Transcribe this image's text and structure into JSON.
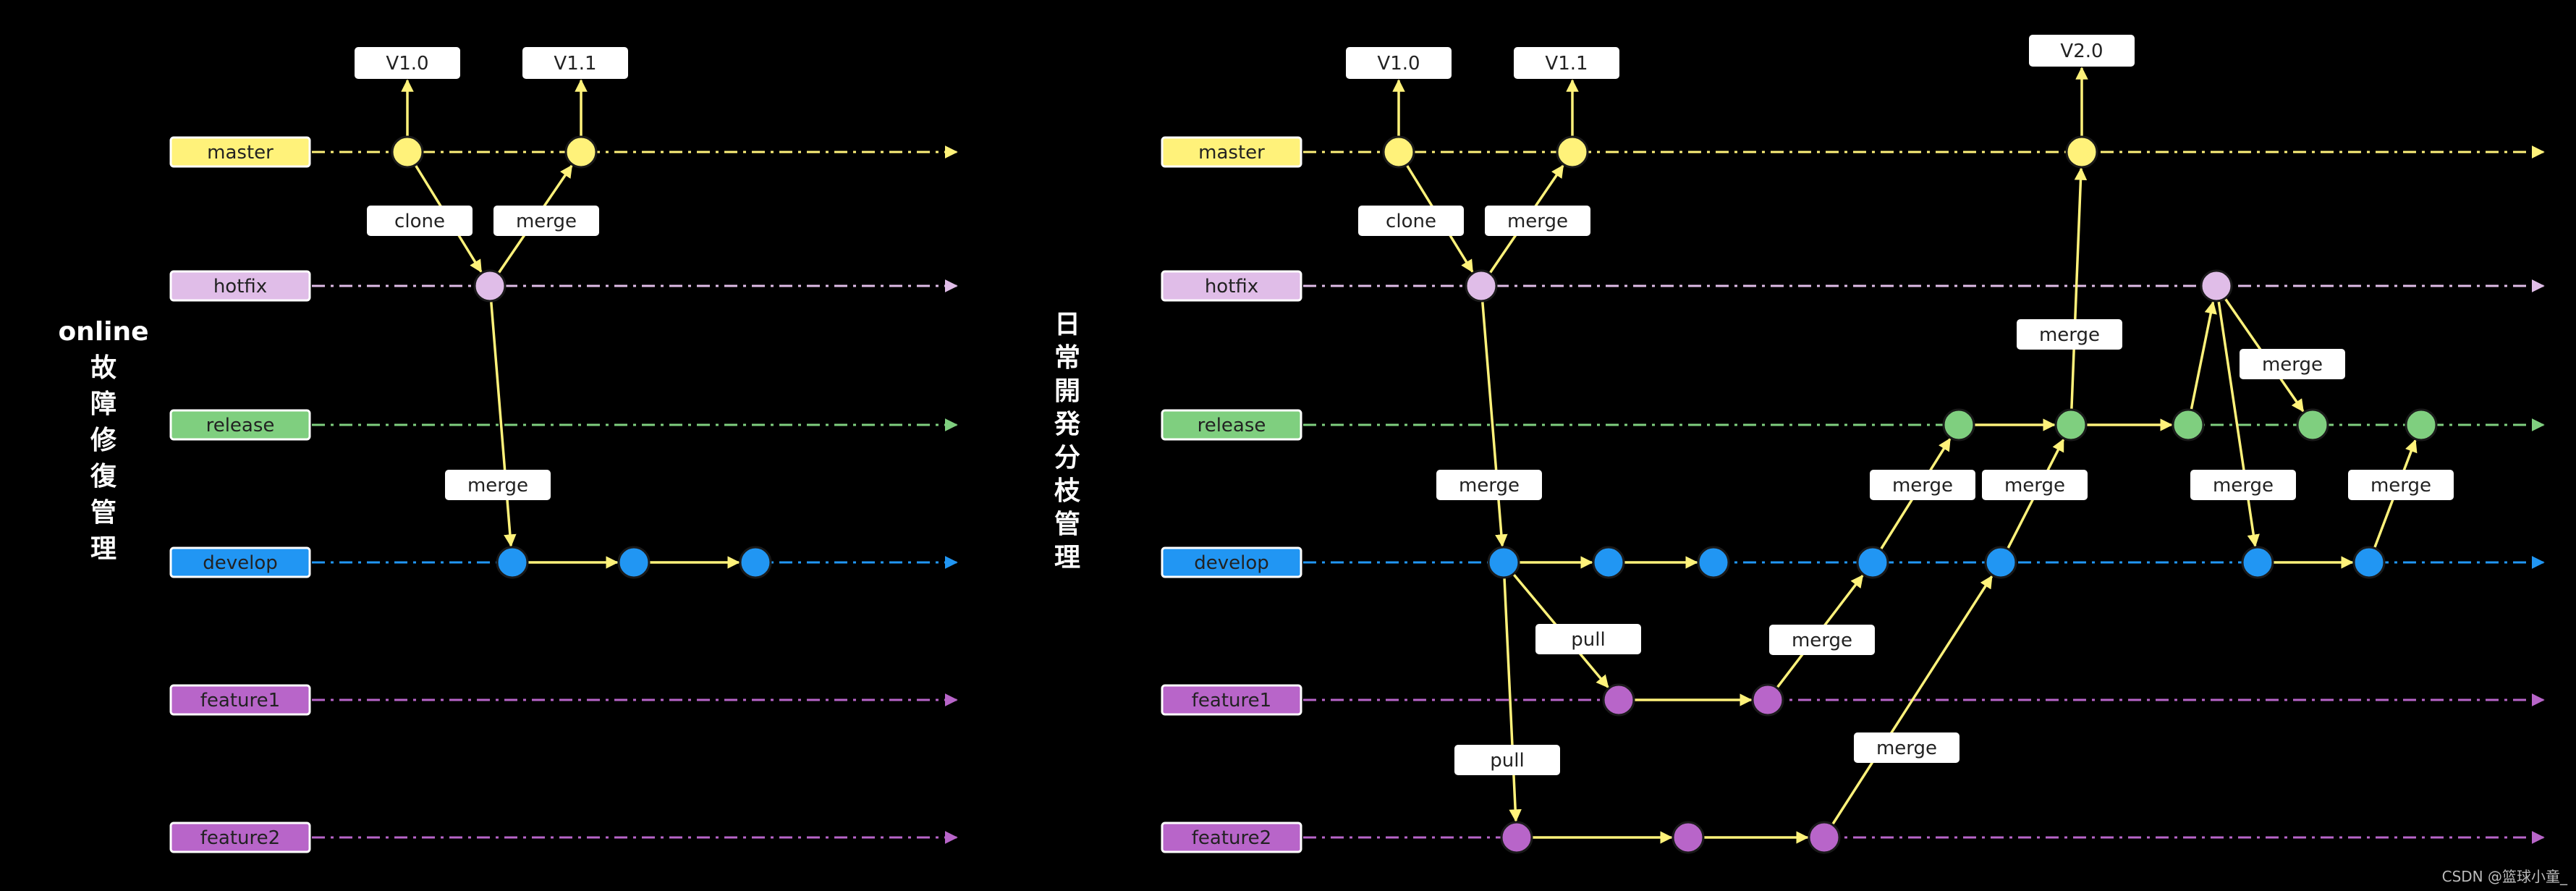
{
  "diagrams": [
    {
      "title": "online\n故\n障\n修\n復\n管\n理",
      "branches": [
        {
          "id": "master",
          "label": "master",
          "color": "#fff27a"
        },
        {
          "id": "hotfix",
          "label": "hotfix",
          "color": "#e0bde8"
        },
        {
          "id": "release",
          "label": "release",
          "color": "#7fcf7f"
        },
        {
          "id": "develop",
          "label": "develop",
          "color": "#2196f3"
        },
        {
          "id": "feature1",
          "label": "feature1",
          "color": "#b865c9"
        },
        {
          "id": "feature2",
          "label": "feature2",
          "color": "#b865c9"
        }
      ],
      "tags": [
        "V1.0",
        "V1.1"
      ],
      "edge_labels": [
        "clone",
        "merge",
        "merge"
      ]
    },
    {
      "title": "日\n常\n開\n発\n分\n枝\n管\n理",
      "branches": [
        {
          "id": "master",
          "label": "master",
          "color": "#fff27a"
        },
        {
          "id": "hotfix",
          "label": "hotfix",
          "color": "#e0bde8"
        },
        {
          "id": "release",
          "label": "release",
          "color": "#7fcf7f"
        },
        {
          "id": "develop",
          "label": "develop",
          "color": "#2196f3"
        },
        {
          "id": "feature1",
          "label": "feature1",
          "color": "#b865c9"
        },
        {
          "id": "feature2",
          "label": "feature2",
          "color": "#b865c9"
        }
      ],
      "tags": [
        "V1.0",
        "V1.1",
        "V2.0"
      ],
      "edge_labels": [
        "clone",
        "merge",
        "merge",
        "pull",
        "pull",
        "merge",
        "merge",
        "merge",
        "merge",
        "merge",
        "merge",
        "merge",
        "merge"
      ]
    }
  ],
  "watermark": "CSDN @篮球小童_",
  "colors": {
    "edge": "#fff27a",
    "label_bg": "#ffffff",
    "label_text": "#222222",
    "background": "#000000"
  }
}
